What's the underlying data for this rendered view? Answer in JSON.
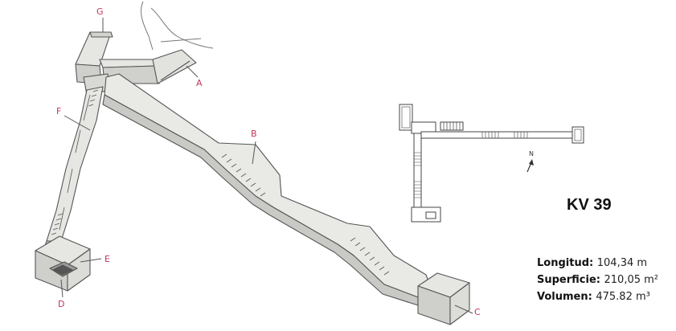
{
  "tomb": {
    "title": "KV 39"
  },
  "stats": [
    {
      "key": "Longitud",
      "value": "104,34 m"
    },
    {
      "key": "Superficie",
      "value": "210,05 m²"
    },
    {
      "key": "Volumen",
      "value": "475.82 m³"
    }
  ],
  "labels": {
    "a": "A",
    "b": "B",
    "c": "C",
    "d": "D",
    "e": "E",
    "f": "F",
    "g": "G",
    "north": "N"
  },
  "colors": {
    "wall": "#e6e6e3",
    "wall_dark": "#c9c9c5",
    "outline": "#555555",
    "label": "#c0365a"
  }
}
